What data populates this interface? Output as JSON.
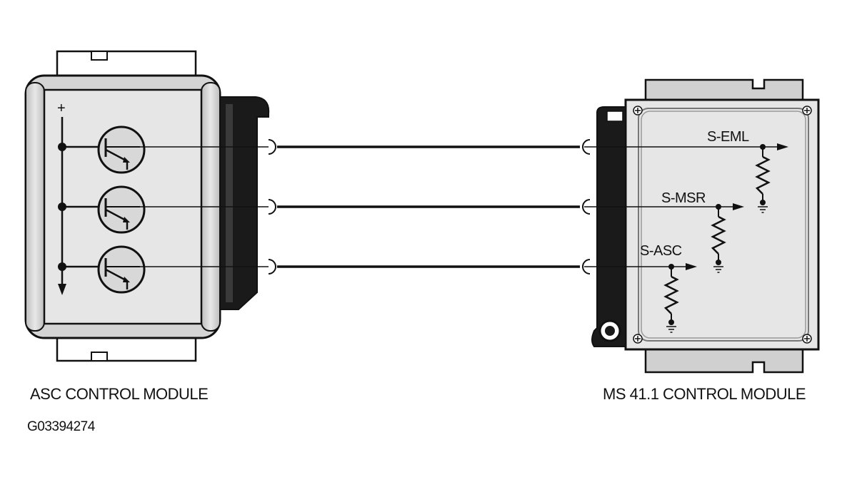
{
  "left_module": {
    "caption": "ASC CONTROL MODULE",
    "supply_symbol": "+"
  },
  "right_module": {
    "caption": "MS 41.1 CONTROL MODULE",
    "signals": [
      "S-EML",
      "S-MSR",
      "S-ASC"
    ]
  },
  "figure_id": "G03394274",
  "colors": {
    "line": "#111111",
    "module_fill": "#e6e6e6",
    "connector": "#1a1a1a"
  }
}
